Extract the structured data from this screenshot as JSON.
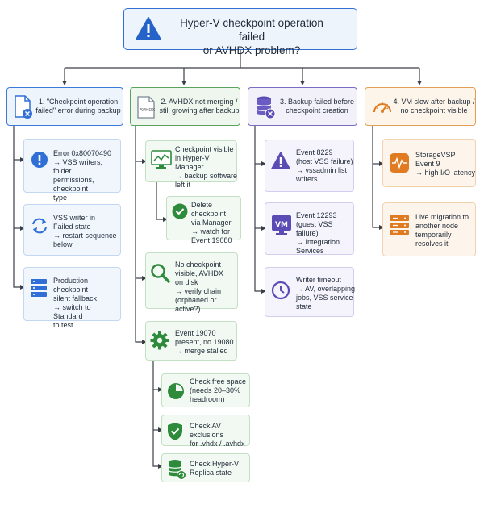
{
  "root": {
    "title": "Hyper-V checkpoint operation failed\nor AVHDX problem?",
    "icon": "warning-icon"
  },
  "branches": [
    {
      "title": "1. \"Checkpoint operation\nfailed\" error during backup",
      "icon": "file-error-icon",
      "items": [
        {
          "text": "Error 0x80070490\n→ VSS writers, folder\npermissions, checkpoint\ntype",
          "icon": "exclamation-icon"
        },
        {
          "text": "VSS writer in\nFailed state\n→ restart sequence\nbelow",
          "icon": "refresh-icon"
        },
        {
          "text": "Production checkpoint\nsilent fallback\n→ switch to Standard\nto test",
          "icon": "server-stack-icon"
        }
      ]
    },
    {
      "title": "2. AVHDX not merging /\nstill growing after backup",
      "icon": "avhdx-file-icon",
      "items": [
        {
          "text": "Checkpoint visible\nin Hyper-V Manager\n→ backup software\nleft it",
          "icon": "monitor-chart-icon"
        },
        {
          "text": "Delete checkpoint\nvia Manager\n→ watch for\nEvent 19080",
          "icon": "check-circle-icon"
        },
        {
          "text": "No checkpoint\nvisible, AVHDX\non disk\n→ verify chain\n(orphaned or active?)",
          "icon": "magnifier-icon"
        },
        {
          "text": "Event 19070\npresent, no 19080\n→ merge stalled",
          "icon": "gear-icon"
        },
        {
          "text": "Check free space\n(needs 20–30%\nheadroom)",
          "icon": "pie-chart-icon"
        },
        {
          "text": "Check AV exclusions\nfor .vhdx / .avhdx",
          "icon": "shield-check-icon"
        },
        {
          "text": "Check Hyper-V\nReplica state",
          "icon": "database-refresh-icon"
        }
      ]
    },
    {
      "title": "3. Backup failed before\ncheckpoint creation",
      "icon": "database-error-icon",
      "items": [
        {
          "text": "Event 8229\n(host VSS failure)\n→ vssadmin list\nwriters",
          "icon": "warning-icon"
        },
        {
          "text": "Event 12293\n(guest VSS failure)\n→ Integration\nServices",
          "icon": "vm-icon"
        },
        {
          "text": "Writer timeout\n→ AV, overlapping\njobs, VSS service\nstate",
          "icon": "clock-icon"
        }
      ]
    },
    {
      "title": "4. VM slow after backup /\nno checkpoint visible",
      "icon": "gauge-icon",
      "items": [
        {
          "text": "StorageVSP\nEvent 9\n→ high I/O latency",
          "icon": "pulse-icon"
        },
        {
          "text": "Live migration to\nanother node\ntemporarily\nresolves it",
          "icon": "server-rack-icon"
        }
      ]
    }
  ]
}
